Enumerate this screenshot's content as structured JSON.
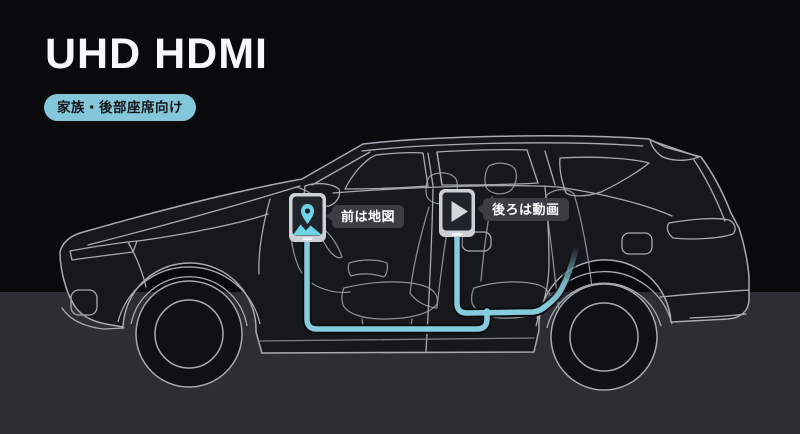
{
  "page": {
    "title": "UHD HDMI",
    "badge": "家族・後部座席向け"
  },
  "callouts": {
    "front_label": "前は地図",
    "rear_label": "後ろは動画"
  },
  "devices": {
    "front_icon": "map-pin-icon",
    "rear_icon": "play-icon"
  },
  "colors": {
    "background": "#0a0a0c",
    "ground": "#2c2e33",
    "car_body_fill": "#17181c",
    "car_line": "#a6abb2",
    "cable_cyan": "#87ccde",
    "cable_casing": "#0d0e11",
    "badge_bg": "#84c6da",
    "badge_text": "#15161a",
    "callout_bg": "#3a3d42",
    "callout_text": "#ffffff",
    "device_frame": "#ccd1d6",
    "device_screen": "#20242b",
    "icon_cyan": "#6fd3e6"
  }
}
